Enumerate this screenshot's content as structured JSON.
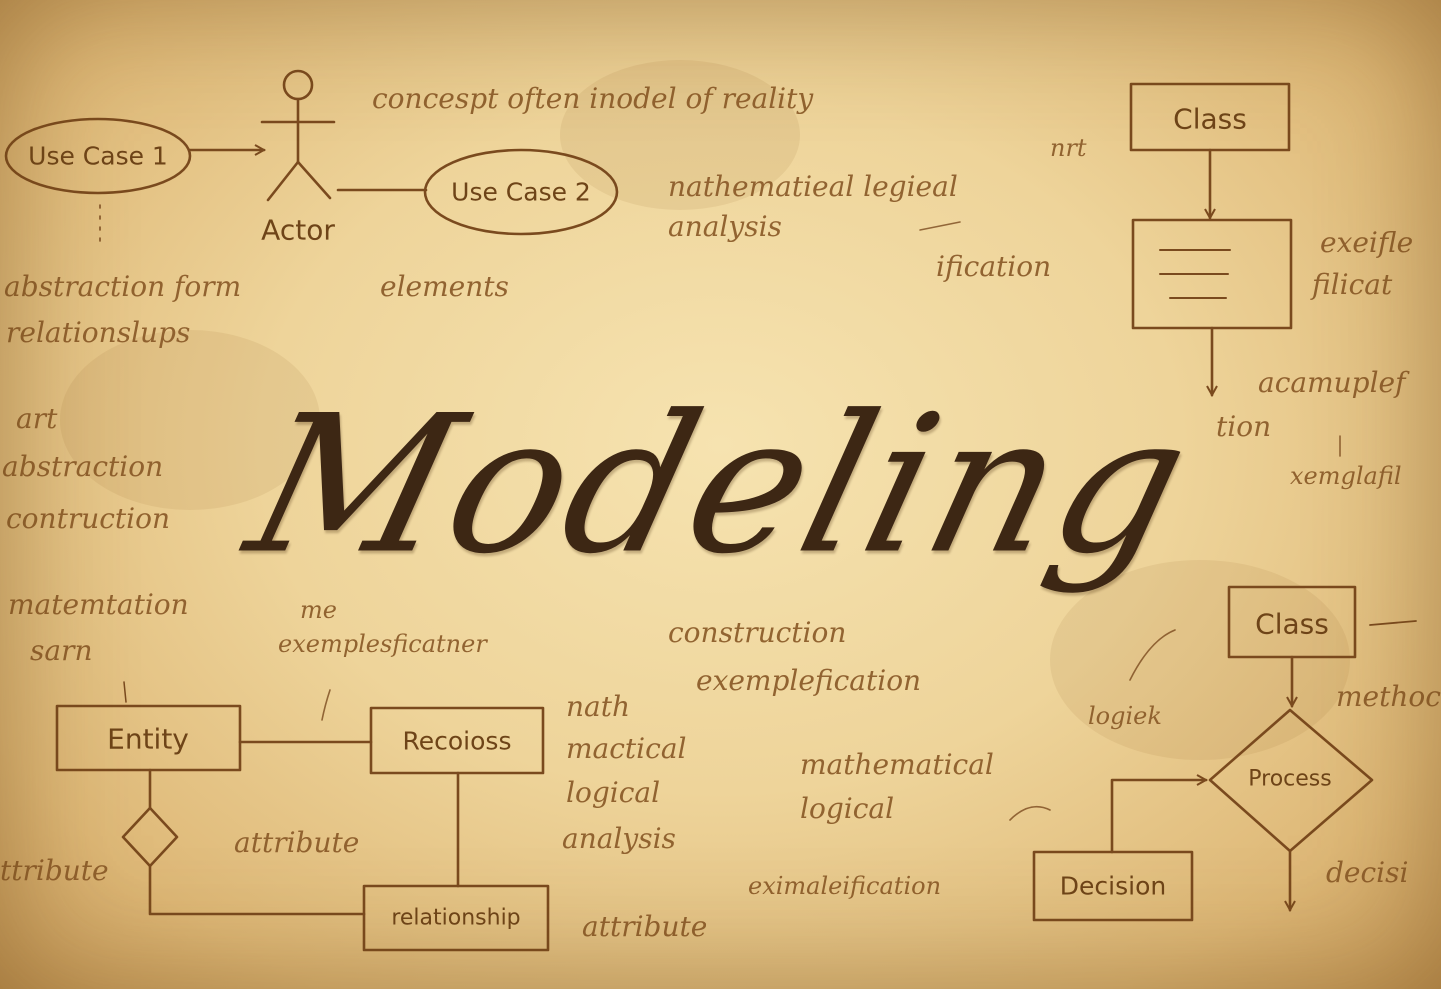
{
  "title": "Modeling",
  "colors": {
    "ink": "#7a4a1e",
    "title_ink": "#3d2714",
    "paper": "#eed49a"
  },
  "diagrams": {
    "use_case": {
      "use_case_1": "Use Case 1",
      "use_case_2": "Use Case 2",
      "actor": "Actor"
    },
    "class_top": {
      "class": "Class"
    },
    "er": {
      "entity": "Entity",
      "relation": "Recoioss",
      "relationship": "relationship"
    },
    "flow": {
      "class": "Class",
      "process": "Process",
      "decision": "Decision"
    }
  },
  "notes": {
    "n01": "concespt often inodel of reality",
    "n02": "nrt",
    "n03": "nathematieal  legieal",
    "n04": "analysis",
    "n05": "ification",
    "n06": "abstraction form",
    "n07": "elements",
    "n08": "relationslups",
    "n09": "art",
    "n10": "abstraction",
    "n11": "contruction",
    "n12": "matemtation",
    "n13": "sarn",
    "n14": "me",
    "n15": "exemplesficatner",
    "n16": "construction",
    "n17": "exemplefication",
    "n18": "nath",
    "n19": "mactical",
    "n20": "logical",
    "n21": "analysis",
    "n22": "mathematical",
    "n23": "logical",
    "n24": "eximaleification",
    "n25": "attribute",
    "n26": "attribute",
    "n27": "ttribute",
    "n28": "logiek",
    "n29": "exeifle",
    "n30": "filicat",
    "n31": "acamuplef",
    "n32": "tion",
    "n33": "xemglafil",
    "n34": "methoc",
    "n35": "decisi"
  }
}
